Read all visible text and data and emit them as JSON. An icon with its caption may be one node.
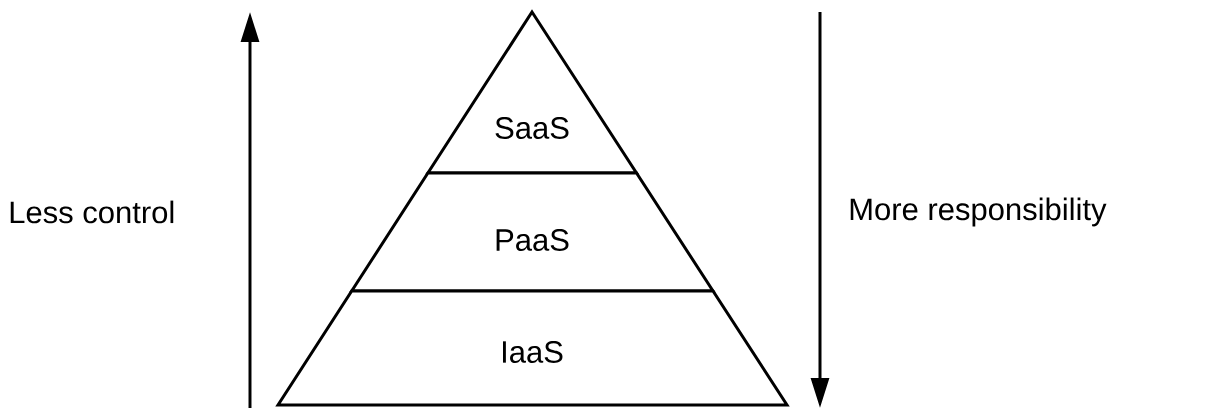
{
  "diagram": {
    "nodes": [
      {
        "text": [
          "SaaS"
        ]
      },
      {
        "text": [
          "PaaS"
        ]
      },
      {
        "text": [
          "IaaS"
        ]
      }
    ],
    "labels": [
      "Less control",
      "More responsibility"
    ]
  }
}
